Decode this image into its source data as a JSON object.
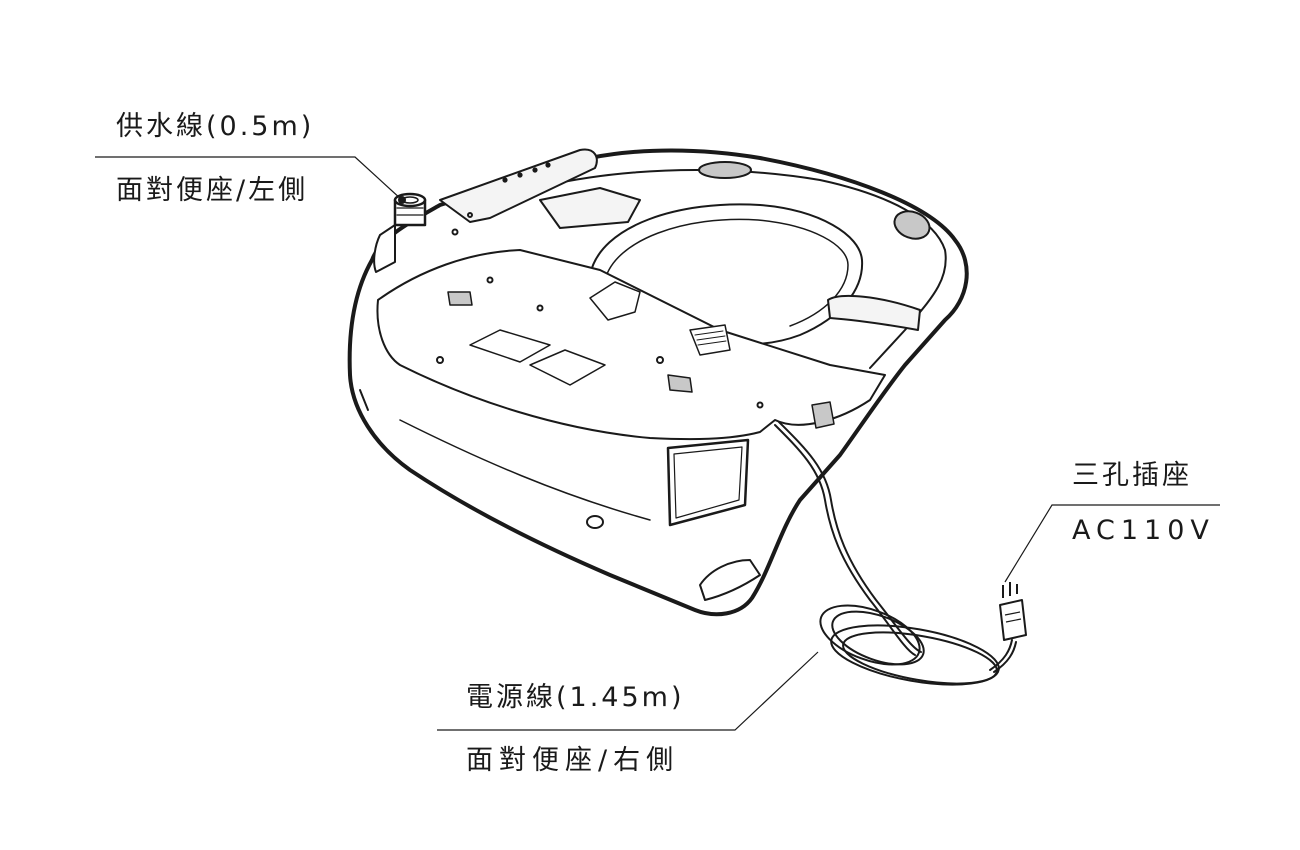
{
  "labels": {
    "water_supply_title": "供水線(0.5m)",
    "water_supply_side": "面對便座/左側",
    "socket_title": "三孔插座",
    "socket_voltage": "AC110V",
    "power_cord_title": "電源線(1.45m)",
    "power_cord_side": "面對便座/右側"
  },
  "colors": {
    "line": "#1a1a1a",
    "body_fill": "#ffffff",
    "panel_fill": "#f4f4f4",
    "button_fill": "#c8c8c8"
  },
  "icons": {
    "product": "toilet-seat-bidet-icon",
    "plug": "three-prong-plug-icon"
  }
}
